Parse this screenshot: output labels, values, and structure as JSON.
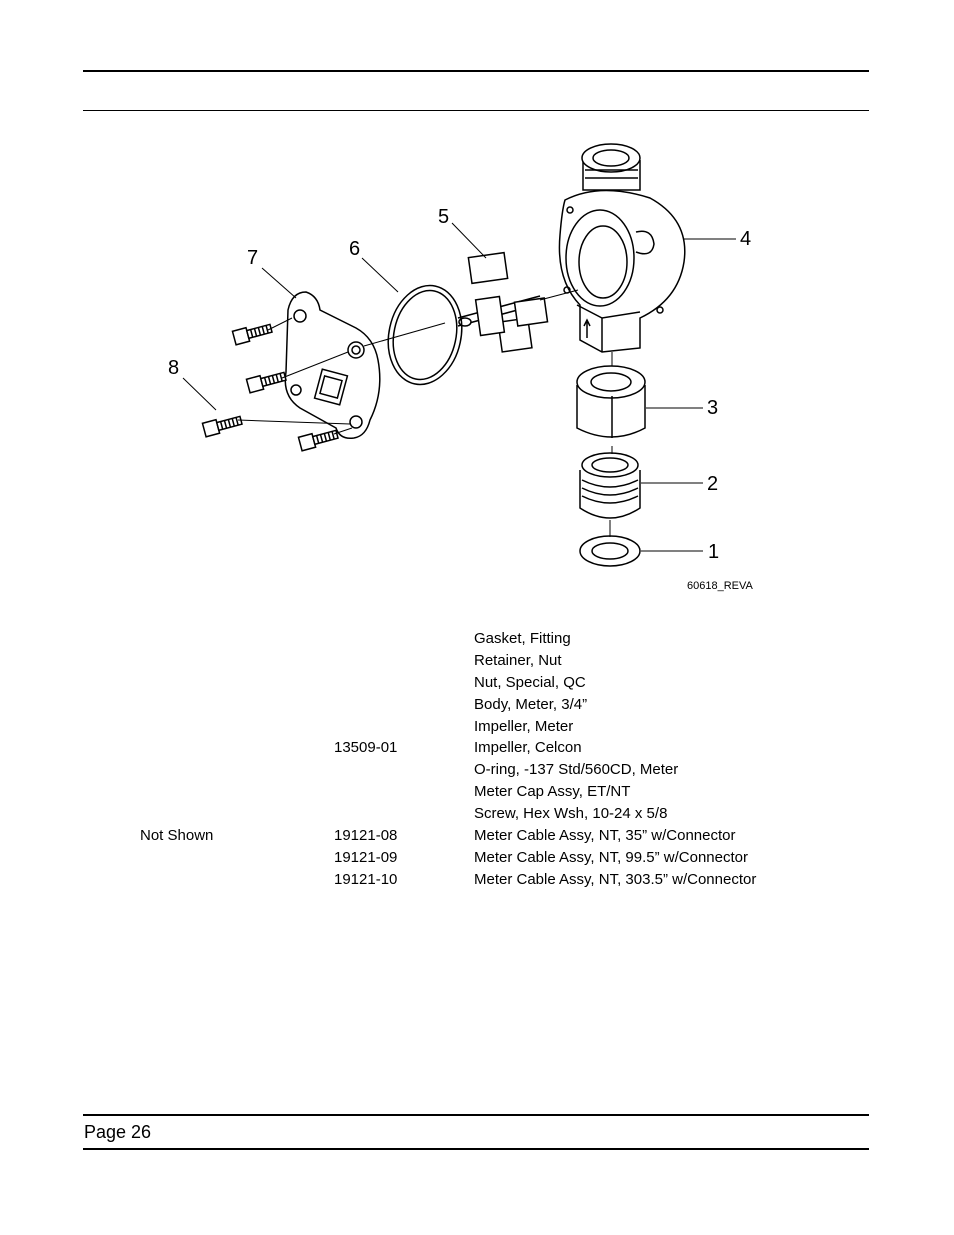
{
  "figure": {
    "figure_id": "60618_REVA",
    "callouts": [
      "1",
      "2",
      "3",
      "4",
      "5",
      "6",
      "7",
      "8"
    ]
  },
  "parts": [
    {
      "item": "",
      "part": "",
      "description": "Gasket, Fitting"
    },
    {
      "item": "",
      "part": "",
      "description": "Retainer, Nut"
    },
    {
      "item": "",
      "part": "",
      "description": "Nut, Special, QC"
    },
    {
      "item": "",
      "part": "",
      "description": "Body, Meter, 3/4”"
    },
    {
      "item": "",
      "part": "",
      "description": "Impeller, Meter"
    },
    {
      "item": "",
      "part": "13509-01",
      "description": "Impeller, Celcon"
    },
    {
      "item": "",
      "part": "",
      "description": "O-ring, -137 Std/560CD, Meter"
    },
    {
      "item": "",
      "part": "",
      "description": "Meter Cap Assy, ET/NT"
    },
    {
      "item": "",
      "part": "",
      "description": "Screw, Hex Wsh, 10-24 x 5/8"
    },
    {
      "item": "Not Shown",
      "part": "19121-08",
      "description": "Meter Cable Assy, NT, 35” w/Connector"
    },
    {
      "item": "",
      "part": "19121-09",
      "description": "Meter Cable Assy, NT, 99.5” w/Connector"
    },
    {
      "item": "",
      "part": "19121-10",
      "description": "Meter Cable Assy, NT, 303.5” w/Connector"
    }
  ],
  "footer": {
    "page_label": "Page 26"
  }
}
